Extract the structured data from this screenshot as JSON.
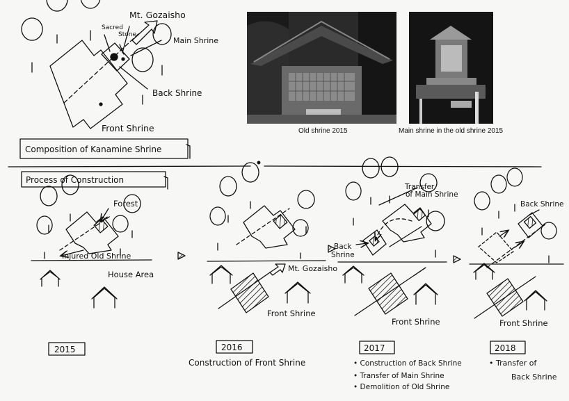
{
  "composition": {
    "title": "Composition of Kanamine Shrine",
    "labels": {
      "mountain": "Mt. Gozaisho",
      "sacred_line1": "Sacred",
      "sacred_line2": "Stone",
      "main_shrine": "Main Shrine",
      "back_shrine": "Back Shrine",
      "front_shrine": "Front Shrine"
    }
  },
  "photos": [
    {
      "caption": "Old shrine 2015"
    },
    {
      "caption": "Main shrine in the old shrine 2015"
    }
  ],
  "process": {
    "title": "Process of Construction",
    "stage_2015": {
      "forest": "Forest",
      "injured": "Injured Old Shrine",
      "house_area": "House Area",
      "year": "2015"
    },
    "stage_2016": {
      "mountain": "Mt. Gozaisho",
      "front_shrine": "Front Shrine",
      "year": "2016",
      "description": "Construction of Front Shrine"
    },
    "stage_2017": {
      "transfer_line1": "Transfer",
      "transfer_line2": "of Main Shrine",
      "back_line1": "Back",
      "back_line2": "Shrine",
      "front_shrine": "Front Shrine",
      "year": "2017",
      "bullets": [
        "Construction of Back Shrine",
        "Transfer of Main Shrine",
        "Demolition of Old Shrine"
      ]
    },
    "stage_2018": {
      "back_shrine": "Back Shrine",
      "front_shrine": "Front Shrine",
      "year": "2018",
      "bullet_line1": "Transfer of",
      "bullet_line2": "Back Shrine"
    }
  }
}
